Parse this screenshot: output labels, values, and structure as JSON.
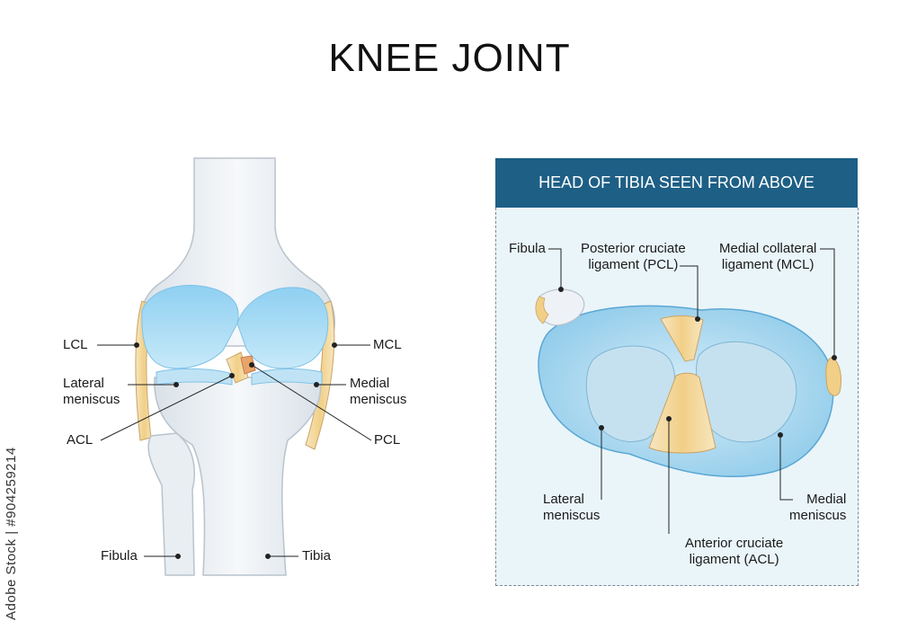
{
  "title": "KNEE JOINT",
  "panel": {
    "header": "HEAD OF TIBIA SEEN FROM ABOVE"
  },
  "front_view": {
    "lcl": "LCL",
    "mcl": "MCL",
    "lateral_meniscus": "Lateral\nmeniscus",
    "medial_meniscus": "Medial\nmeniscus",
    "acl": "ACL",
    "pcl": "PCL",
    "fibula": "Fibula",
    "tibia": "Tibia"
  },
  "top_view": {
    "fibula": "Fibula",
    "pcl": "Posterior cruciate\nligament (PCL)",
    "mcl": "Medial collateral\nligament (MCL)",
    "lateral_meniscus": "Lateral\nmeniscus",
    "medial_meniscus": "Medial\nmeniscus",
    "acl": "Anterior cruciate\nligament (ACL)"
  },
  "stock_id": "Adobe Stock | #904259214",
  "colors": {
    "bone": "#eef2f6",
    "bone_stroke": "#b9c3cc",
    "cartilage": "#a9d8f2",
    "cartilage_dark": "#7fc1e6",
    "ligament": "#f4d9a2",
    "ligament_stroke": "#c9a467",
    "panel_header": "#1e5f86",
    "panel_bg": "#eaf5fa"
  }
}
